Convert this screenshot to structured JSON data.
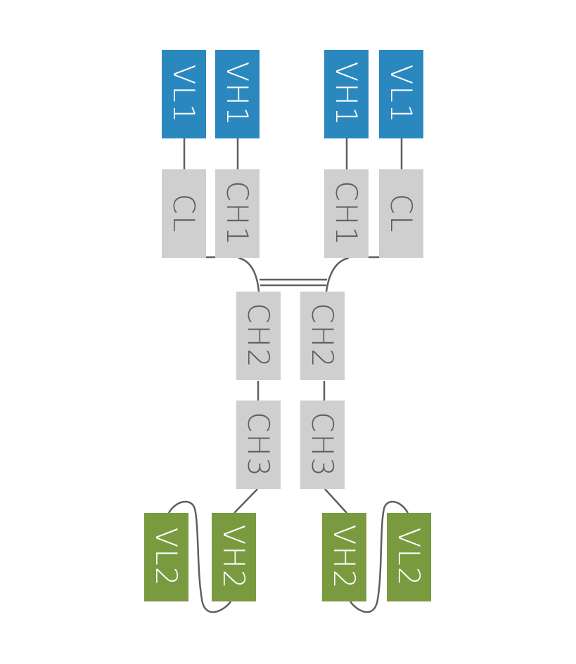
{
  "diagram": {
    "title": "Bispecific antibody domain diagram",
    "colors": {
      "variable_1": "#2a88bf",
      "constant": "#cfcfcf",
      "variable_2": "#7a9a40",
      "connector": "#5f5f5f",
      "label_on_color": "#ffffff",
      "label_on_gray": "#5f5f5f"
    },
    "domains": [
      {
        "id": "vl1_left",
        "label": "VL1",
        "type": "variable_1"
      },
      {
        "id": "vh1_left",
        "label": "VH1",
        "type": "variable_1"
      },
      {
        "id": "vh1_right",
        "label": "VH1",
        "type": "variable_1"
      },
      {
        "id": "vl1_right",
        "label": "VL1",
        "type": "variable_1"
      },
      {
        "id": "cl_left",
        "label": "CL",
        "type": "constant"
      },
      {
        "id": "ch1_left",
        "label": "CH1",
        "type": "constant"
      },
      {
        "id": "ch1_right",
        "label": "CH1",
        "type": "constant"
      },
      {
        "id": "cl_right",
        "label": "CL",
        "type": "constant"
      },
      {
        "id": "ch2_left",
        "label": "CH2",
        "type": "constant"
      },
      {
        "id": "ch2_right",
        "label": "CH2",
        "type": "constant"
      },
      {
        "id": "ch3_left",
        "label": "CH3",
        "type": "constant"
      },
      {
        "id": "ch3_right",
        "label": "CH3",
        "type": "constant"
      },
      {
        "id": "vl2_left",
        "label": "VL2",
        "type": "variable_2"
      },
      {
        "id": "vh2_left",
        "label": "VH2",
        "type": "variable_2"
      },
      {
        "id": "vh2_right",
        "label": "VH2",
        "type": "variable_2"
      },
      {
        "id": "vl2_right",
        "label": "VL2",
        "type": "variable_2"
      }
    ],
    "connections": [
      {
        "from": "vl1_left",
        "to": "cl_left",
        "kind": "linker"
      },
      {
        "from": "vh1_left",
        "to": "ch1_left",
        "kind": "linker"
      },
      {
        "from": "vh1_right",
        "to": "ch1_right",
        "kind": "linker"
      },
      {
        "from": "vl1_right",
        "to": "cl_right",
        "kind": "linker"
      },
      {
        "from": "cl_left",
        "to": "ch1_left",
        "kind": "disulfide"
      },
      {
        "from": "cl_right",
        "to": "ch1_right",
        "kind": "disulfide"
      },
      {
        "from": "ch1_left",
        "to": "ch2_left",
        "kind": "hinge"
      },
      {
        "from": "ch1_right",
        "to": "ch2_right",
        "kind": "hinge"
      },
      {
        "from": "ch2_left",
        "to": "ch2_right",
        "kind": "hinge-disulfide-double"
      },
      {
        "from": "ch2_left",
        "to": "ch3_left",
        "kind": "linker"
      },
      {
        "from": "ch2_right",
        "to": "ch3_right",
        "kind": "linker"
      },
      {
        "from": "ch3_left",
        "to": "vh2_left",
        "kind": "linker"
      },
      {
        "from": "ch3_right",
        "to": "vh2_right",
        "kind": "linker"
      },
      {
        "from": "vh2_left",
        "to": "vl2_left",
        "kind": "scfv-linker"
      },
      {
        "from": "vh2_right",
        "to": "vl2_right",
        "kind": "scfv-linker"
      }
    ]
  }
}
